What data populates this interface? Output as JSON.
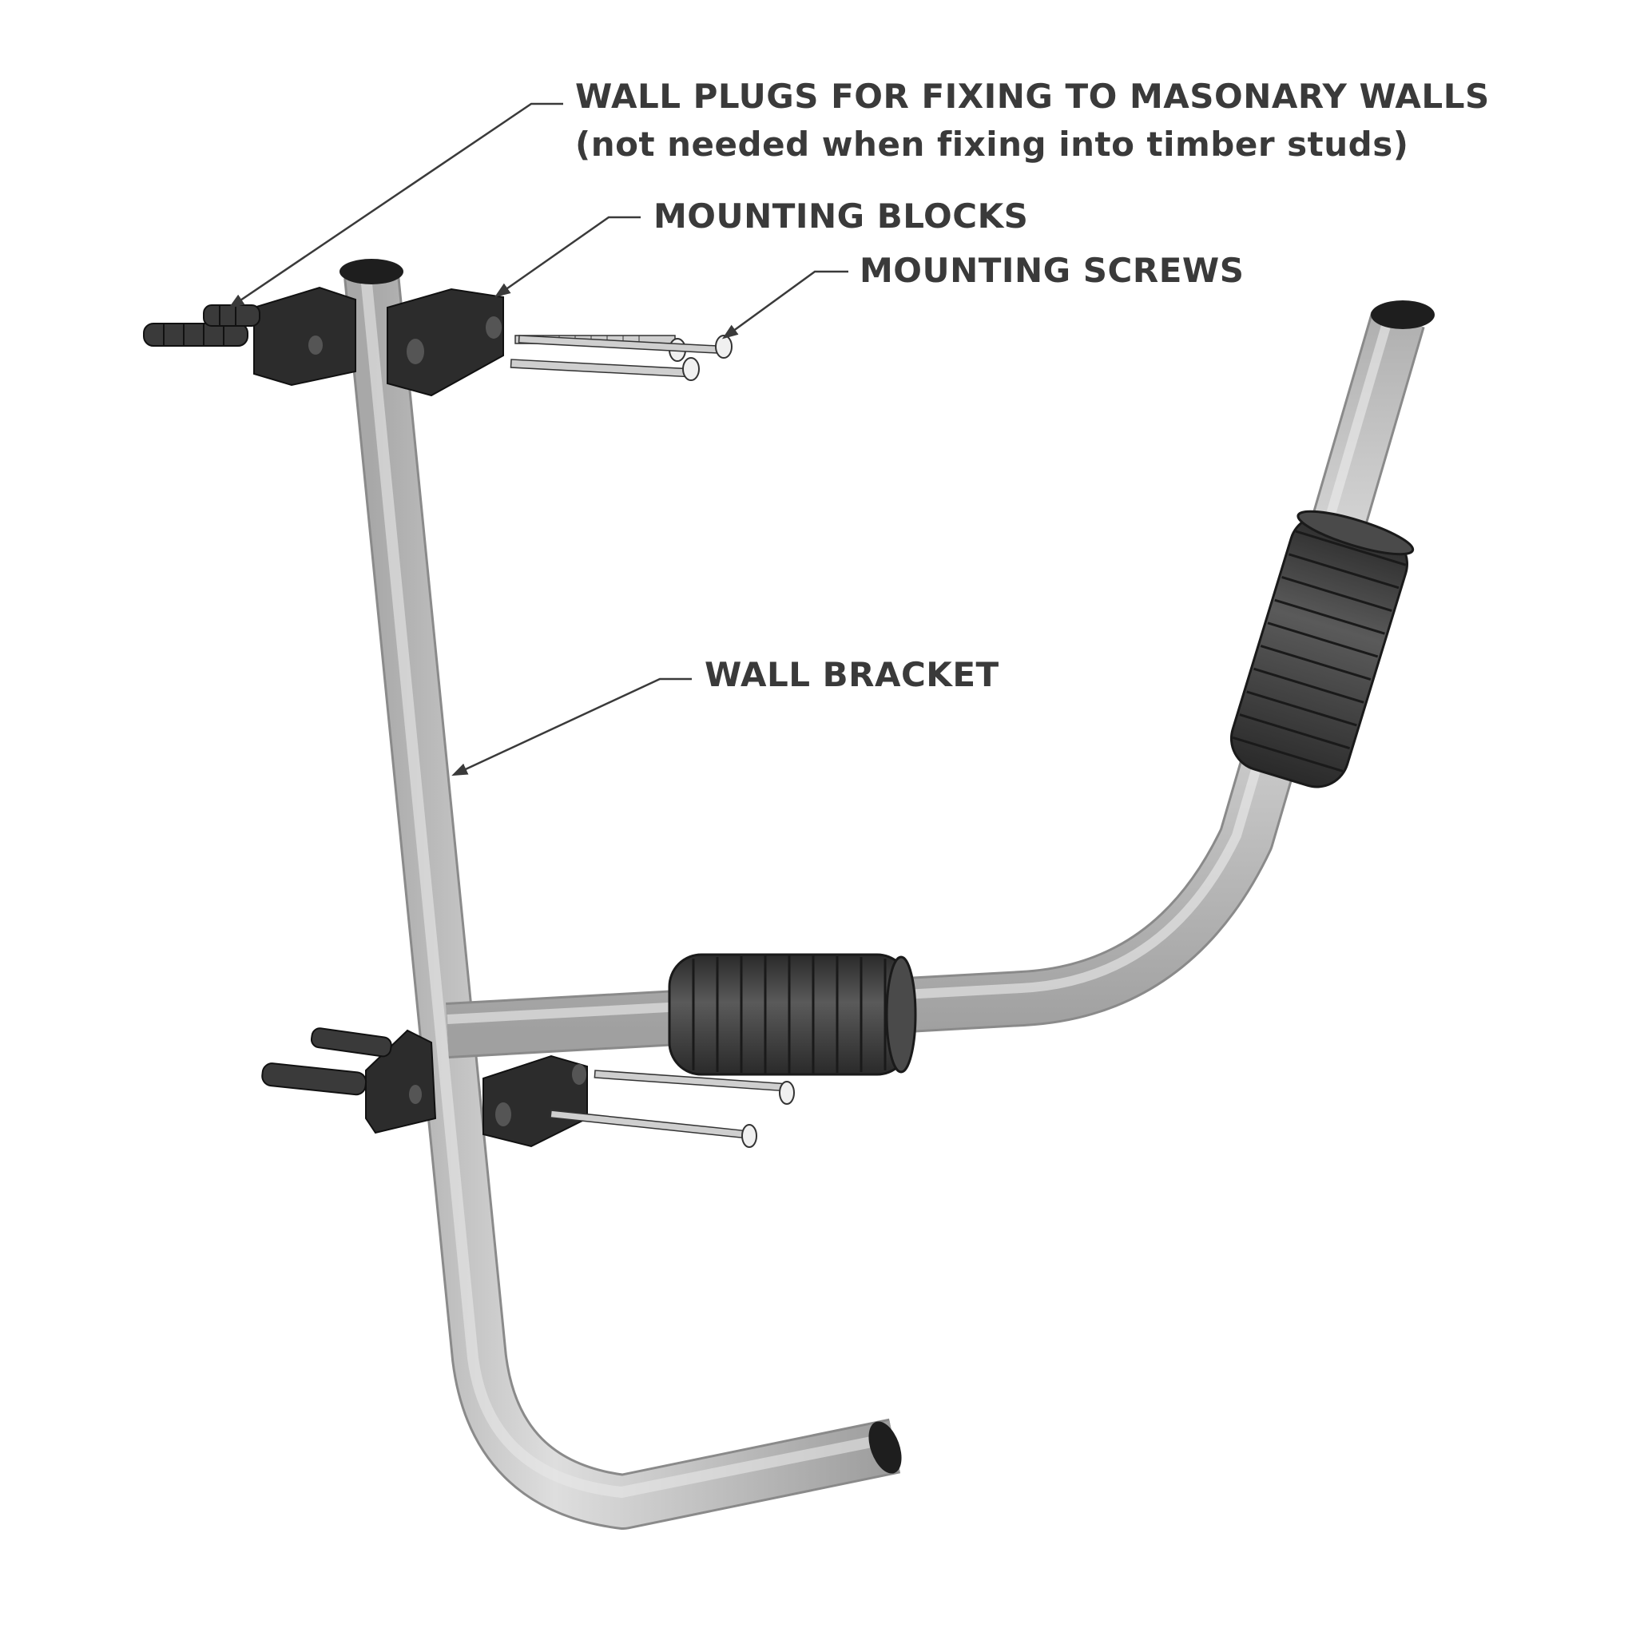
{
  "labels": {
    "wall_plugs_line1": "WALL PLUGS FOR FIXING TO MASONARY WALLS",
    "wall_plugs_line2": "(not needed when fixing into timber studs)",
    "mounting_blocks": "MOUNTING BLOCKS",
    "mounting_screws": "MOUNTING SCREWS",
    "wall_bracket": "WALL BRACKET"
  },
  "colors": {
    "tube": "#c9c9c9",
    "tube_shadow": "#9a9a9a",
    "block": "#2c2c2c",
    "foam": "#3a3a3a",
    "leader": "#3a3a3a",
    "text": "#3a3a3a"
  }
}
